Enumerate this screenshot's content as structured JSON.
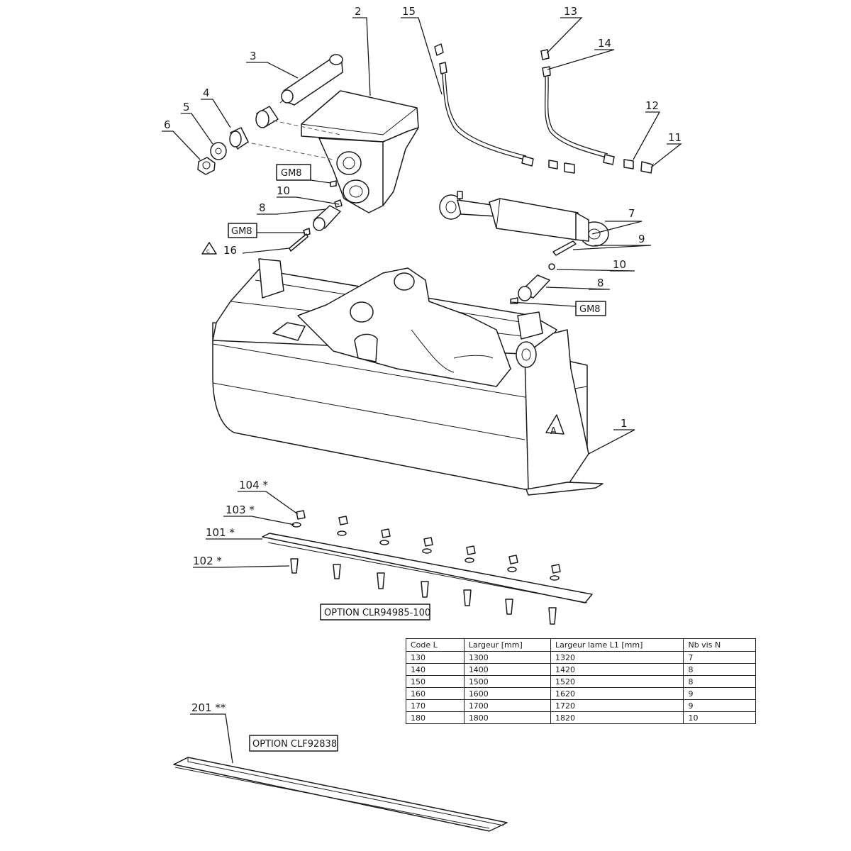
{
  "callouts": {
    "p1": "1",
    "p2": "2",
    "p3": "3",
    "p4": "4",
    "p5": "5",
    "p6": "6",
    "p7": "7",
    "p8a": "8",
    "p8b": "8",
    "p9": "9",
    "p10a": "10",
    "p10b": "10",
    "p11": "11",
    "p12": "12",
    "p13": "13",
    "p14": "14",
    "p15": "15",
    "p16": "16",
    "p101": "101 *",
    "p102": "102 *",
    "p103": "103 *",
    "p104": "104 *",
    "p201": "201 **"
  },
  "boxes": {
    "gm8_a": "GM8",
    "gm8_b": "GM8",
    "gm8_c": "GM8",
    "option_blade": "OPTION CLR94985-100",
    "option_edge": "OPTION CLF92838"
  },
  "symbols": {
    "caution_letter": "C",
    "logo_letter": "A"
  },
  "table": {
    "headers": [
      "Code L",
      "Largeur [mm]",
      "Largeur lame L1 [mm]",
      "Nb vis N"
    ],
    "rows": [
      [
        "130",
        "1300",
        "1320",
        "7"
      ],
      [
        "140",
        "1400",
        "1420",
        "8"
      ],
      [
        "150",
        "1500",
        "1520",
        "8"
      ],
      [
        "160",
        "1600",
        "1620",
        "9"
      ],
      [
        "170",
        "1700",
        "1720",
        "9"
      ],
      [
        "180",
        "1800",
        "1820",
        "10"
      ]
    ]
  }
}
